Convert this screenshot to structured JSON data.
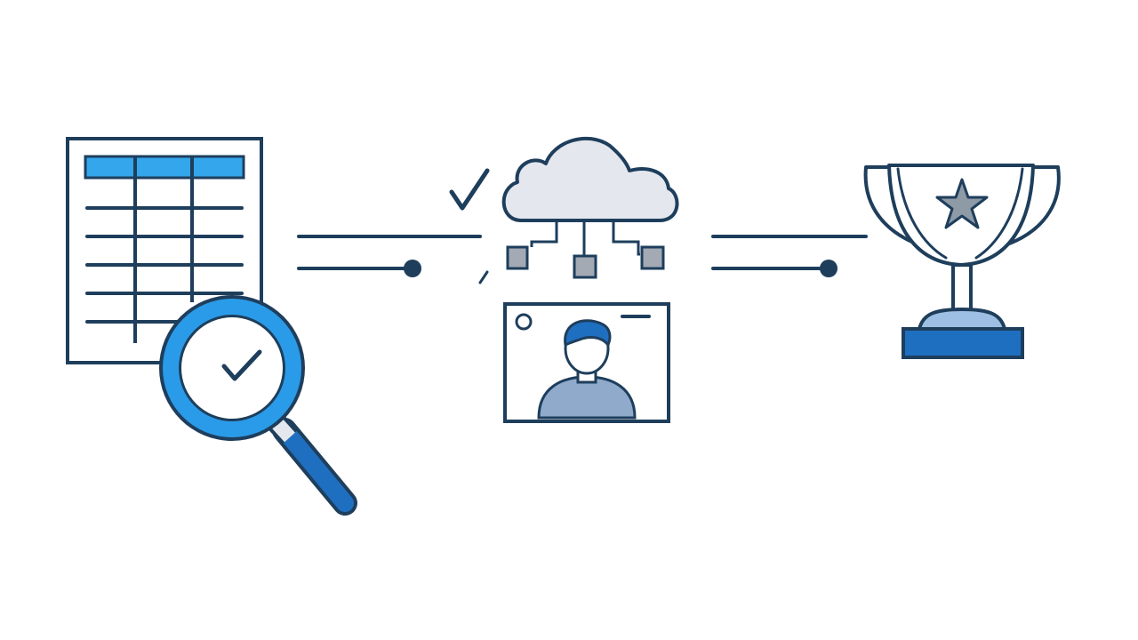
{
  "diagram": {
    "type": "process-flow",
    "steps": [
      {
        "id": "data-review",
        "icon": "spreadsheet-with-magnifier-icon"
      },
      {
        "id": "cloud-processing",
        "icon": "cloud-network-with-profile-icon"
      },
      {
        "id": "success",
        "icon": "trophy-icon"
      }
    ],
    "connectors": [
      {
        "from": "data-review",
        "to": "cloud-processing"
      },
      {
        "from": "cloud-processing",
        "to": "success"
      }
    ]
  },
  "colors": {
    "background": "#ffffff",
    "outline": "#1e3e5c",
    "accent_blue": "#2a9be8",
    "header_blue": "#33a6ec",
    "deep_blue": "#1f6fc0",
    "cloud_fill": "#e4e8ee",
    "node_fill": "#a3aab4",
    "avatar_fill": "#8faacb",
    "star_fill": "#8f9aa7",
    "trophy_base_light": "#9dbfe3"
  }
}
